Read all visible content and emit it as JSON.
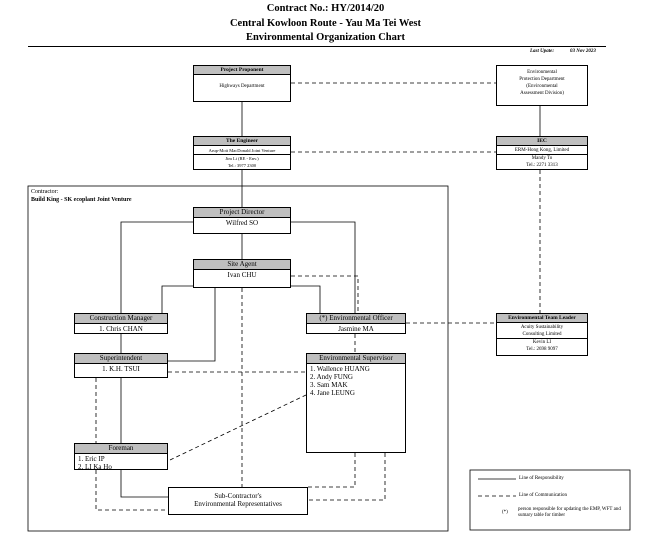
{
  "header": {
    "contract_no": "Contract No.: HY/2014/20",
    "project": "Central Kowloon Route - Yau Ma Tei West",
    "chart_title": "Environmental Organization Chart",
    "last_update_label": "Last Upate:",
    "last_update_date": "03 Nov 2023"
  },
  "project_proponent": {
    "title": "Project Proponent",
    "lines": [
      "Highways Department"
    ]
  },
  "epd": {
    "lines": [
      "Environmental",
      "Protection Department",
      "(Environmental",
      "Assessment Division)"
    ]
  },
  "engineer": {
    "title": "The Engineer",
    "lines": [
      "Arup-Mott MacDonald Joint Venture",
      "Jim Li (RE - Env.)",
      "Tel.: 3977 2300"
    ]
  },
  "iec": {
    "title": "IEC",
    "lines": [
      "ERM-Hong Kong, Limited",
      "Mandy To",
      "Tel.: 2271 3313"
    ]
  },
  "contractor": {
    "label": "Contractor:",
    "name": "Build King - SK ecoplant Joint Venture"
  },
  "project_director": {
    "title": "Project Director",
    "lines": [
      "Wilfred SO"
    ]
  },
  "site_agent": {
    "title": "Site Agent",
    "lines": [
      "Ivan CHU"
    ]
  },
  "construction_manager": {
    "title": "Construction Manager",
    "lines": [
      "1. Chris CHAN"
    ]
  },
  "environmental_officer": {
    "title": "(*) Environmental Officer",
    "lines": [
      "Jasmine MA"
    ]
  },
  "environmental_team_leader": {
    "title": "Environmental Team Leader",
    "lines": [
      "Acuity Sustainability",
      "Consulting Limited",
      "Kevin LI",
      "Tel.: 2698 9097"
    ]
  },
  "superintendent": {
    "title": "Superintendent",
    "lines": [
      "1. K.H. TSUI"
    ]
  },
  "environmental_supervisor": {
    "title": "Environmental Supervisor",
    "lines": [
      "1. Wallence HUANG",
      "2. Andy FUNG",
      "3. Sam MAK",
      "4. Jane LEUNG"
    ]
  },
  "foreman": {
    "title": "Foreman",
    "lines": [
      "1. Eric IP",
      "2. LI Ka Ho"
    ]
  },
  "subcontractor": {
    "lines": [
      "Sub-Contractor's",
      "Environmental Representatives"
    ]
  },
  "legend": {
    "responsibility": "Line of Responsibility",
    "communication": "Line of Communication",
    "marker": "(*)",
    "note": "person responsible for updating the EMP, WFT and sumary table for timber"
  }
}
